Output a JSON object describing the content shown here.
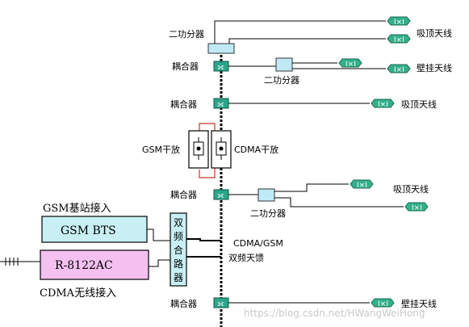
{
  "splitter_top": "二功分器",
  "splitter_mid": "二功分器",
  "splitter_low": "二功分器",
  "coupler_1": "耦合器",
  "coupler_2": "耦合器",
  "coupler_3": "耦合器",
  "coupler_4": "耦合器",
  "antenna_ceiling_1": "吸顶天线",
  "antenna_wall_1": "壁挂天线",
  "antenna_ceiling_2": "吸顶天线",
  "antenna_ceiling_3": "吸顶天线",
  "antenna_wall_2": "壁挂天线",
  "gsm_trunk_amp": "GSM干放",
  "cdma_trunk_amp": "CDMA干放",
  "gsm_bts_caption": "GSM基站接入",
  "gsm_bts_box": "GSM BTS",
  "r8122_box": "R-8122AC",
  "cdma_caption": "CDMA无线接入",
  "combiner_chars": [
    "双",
    "频",
    "合",
    "路",
    "器"
  ],
  "feeder_line1": "CDMA/GSM",
  "feeder_line2": "双频天馈",
  "watermark": "https://blog.csdn.net/HWangWeiHong",
  "colors": {
    "coupler": "#2aa58a",
    "splitter": "#bfeaf5",
    "bts_box": "#c8f0f4",
    "r8122_box": "#f4c0f0",
    "amp_outline": "#c0392b",
    "antenna": "#33b08a"
  }
}
